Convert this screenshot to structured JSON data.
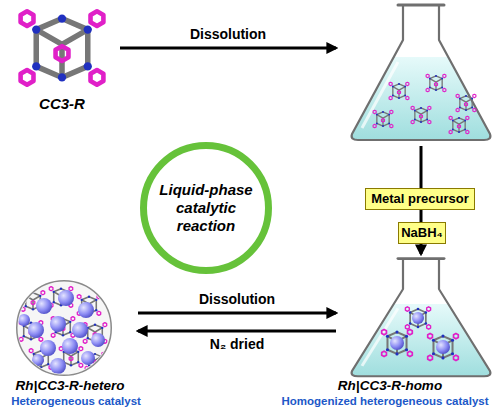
{
  "diagram": {
    "nodes": [
      {
        "text": [
          "CC3-R"
        ]
      },
      {
        "text": []
      },
      {
        "text": [
          "Liquid-phase catalytic reaction"
        ]
      },
      {
        "text": [
          "Metal precursor"
        ]
      },
      {
        "text": [
          "NaBH₄"
        ]
      },
      {
        "text": [
          "Rh|CC3-R-hetero",
          "Heterogeneous catalyst"
        ]
      },
      {
        "text": [
          "Rh|CC3-R-homo",
          "Homogenized heterogeneous catalyst"
        ]
      }
    ],
    "edges": [
      {
        "from": 0,
        "to": 1,
        "arrow": "to",
        "label": "Dissolution"
      },
      {
        "from": 1,
        "to": 6,
        "arrow": "to"
      },
      {
        "from": 5,
        "to": 6,
        "arrow": "to",
        "label": "Dissolution"
      },
      {
        "from": 6,
        "to": 5,
        "arrow": "to",
        "label": "N₂ dried"
      }
    ]
  }
}
